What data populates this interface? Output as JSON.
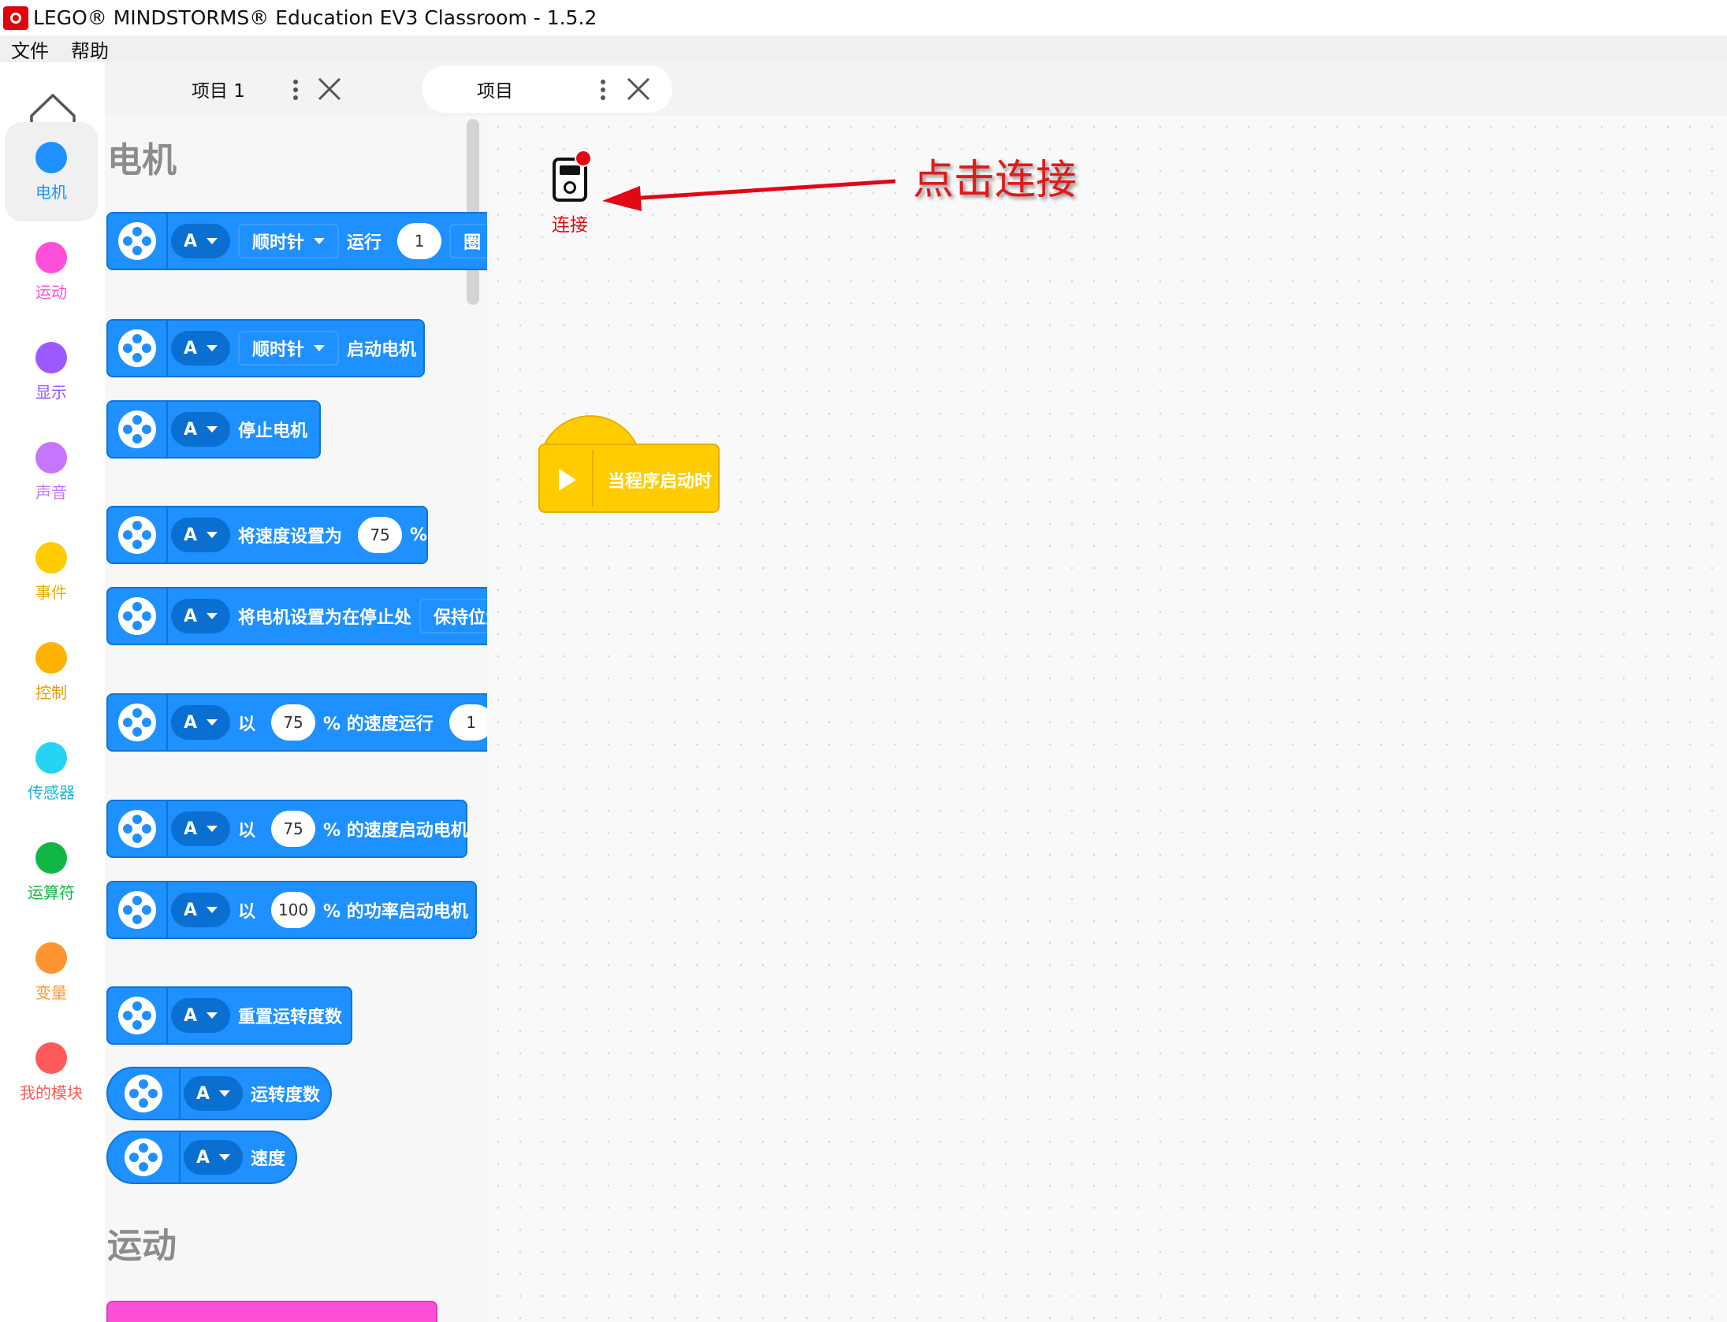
{
  "window": {
    "title": "LEGO® MINDSTORMS® Education EV3 Classroom - 1.5.2"
  },
  "menu": {
    "items": [
      "文件",
      "帮助"
    ]
  },
  "tabs": [
    {
      "label": "项目 1",
      "active": false
    },
    {
      "label": "项目",
      "active": true
    }
  ],
  "categories": [
    {
      "label": "电机",
      "color": "#1e90ff",
      "active": true
    },
    {
      "label": "运动",
      "color": "#ff4fd8"
    },
    {
      "label": "显示",
      "color": "#9b59ff"
    },
    {
      "label": "声音",
      "color": "#c774ff"
    },
    {
      "label": "事件",
      "color": "#ffcc00"
    },
    {
      "label": "控制",
      "color": "#ffb300"
    },
    {
      "label": "传感器",
      "color": "#27d3f5"
    },
    {
      "label": "运算符",
      "color": "#10b843"
    },
    {
      "label": "变量",
      "color": "#ff9530"
    },
    {
      "label": "我的模块",
      "color": "#ff5a5a"
    }
  ],
  "palette": {
    "sections": [
      "电机",
      "运动"
    ],
    "blocks": [
      {
        "port": "A",
        "parts": [
          "顺时针",
          "运行",
          "1",
          "圈"
        ]
      },
      {
        "port": "A",
        "parts": [
          "顺时针",
          "启动电机"
        ]
      },
      {
        "port": "A",
        "parts": [
          "停止电机"
        ]
      },
      {
        "port": "A",
        "parts": [
          "将速度设置为",
          "75",
          "%"
        ]
      },
      {
        "port": "A",
        "parts": [
          "将电机设置为在停止处",
          "保持位置"
        ]
      },
      {
        "port": "A",
        "parts": [
          "以",
          "75",
          "% 的速度运行",
          "1"
        ]
      },
      {
        "port": "A",
        "parts": [
          "以",
          "75",
          "% 的速度启动电机"
        ]
      },
      {
        "port": "A",
        "parts": [
          "以",
          "100",
          "% 的功率启动电机"
        ]
      },
      {
        "port": "A",
        "parts": [
          "重置运转度数"
        ]
      },
      {
        "port": "A",
        "parts": [
          "运转度数"
        ]
      },
      {
        "port": "A",
        "parts": [
          "速度"
        ]
      }
    ]
  },
  "canvas": {
    "connect_label": "连接",
    "annotation": "点击连接",
    "hat_block_label": "当程序启动时"
  },
  "colors": {
    "motor_blue": "#1e90ff",
    "event_yellow": "#ffcc00",
    "annotation_red": "#e30613"
  }
}
